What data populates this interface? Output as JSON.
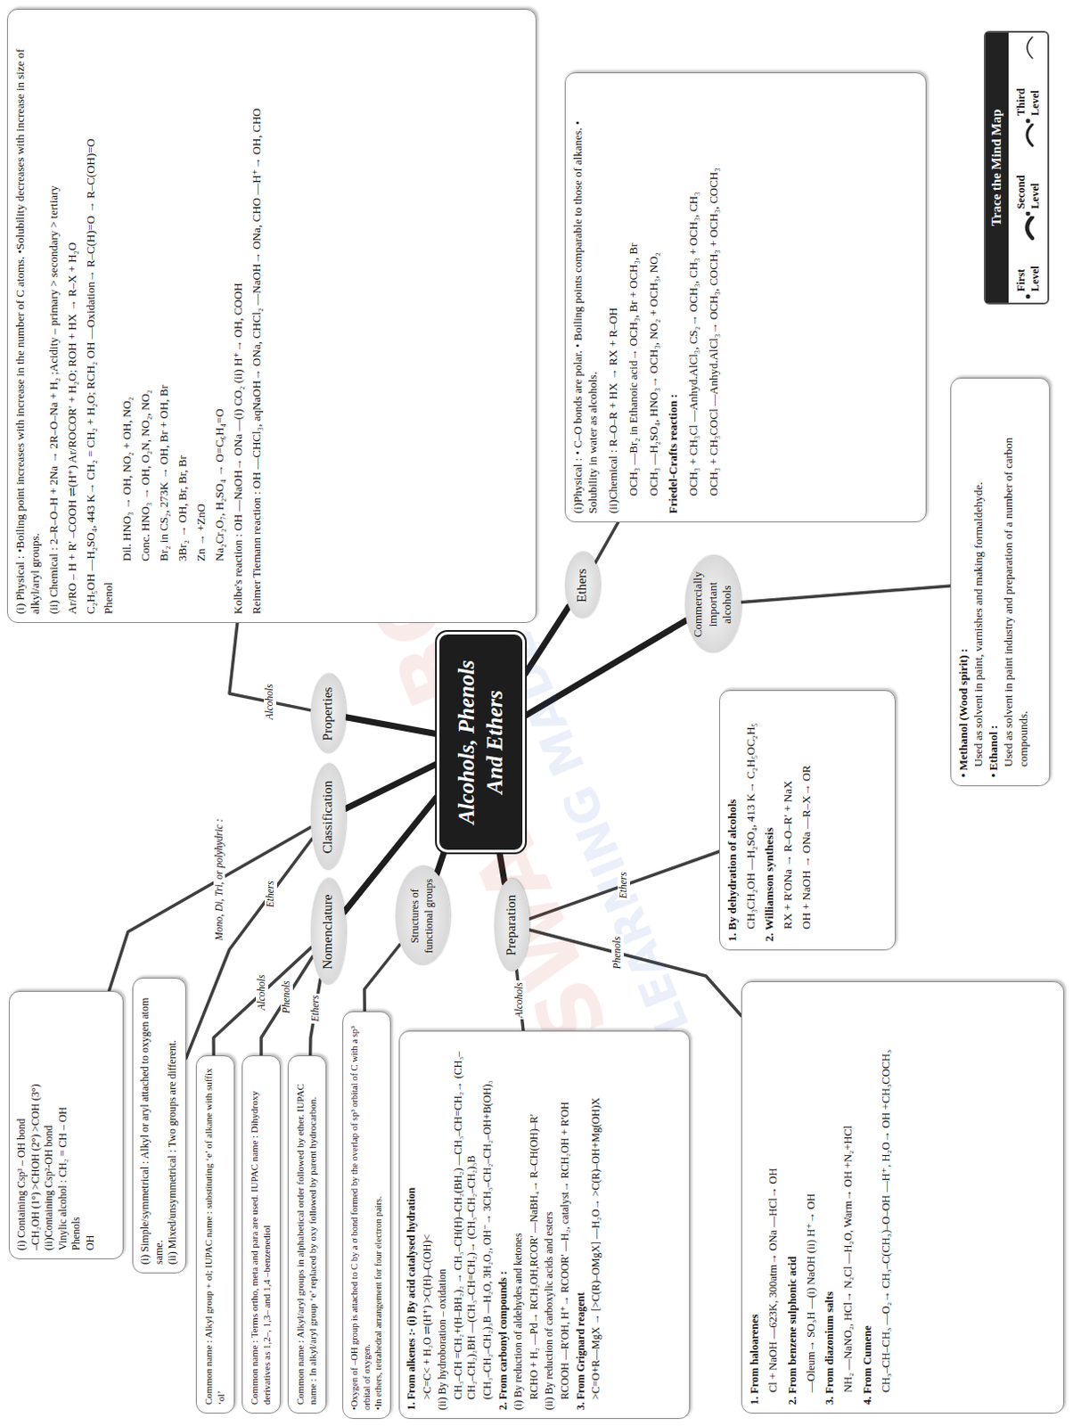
{
  "diagram": {
    "nodes": [
      {
        "text": [
          "Alcohols, Phenols And Ethers"
        ]
      },
      {
        "text": [
          "Properties"
        ]
      },
      {
        "text": [
          "Classification"
        ]
      },
      {
        "text": [
          "Nomenclature"
        ]
      },
      {
        "text": [
          "Structures of functional groups"
        ]
      },
      {
        "text": [
          "Preparation"
        ]
      },
      {
        "text": [
          "Ethers"
        ]
      },
      {
        "text": [
          "Commercially important alcohols"
        ]
      },
      {
        "text": [
          "(i) Physical : •Boiling point increases with increase in the number of C atoms. •Solubility decreases with increase in size of alkyl/aryl groups.",
          "(ii) Chemical : 2–R–O–H + 2Na → 2R–O–Na + H₂ ;Acidity – primary > secondary > tertiary",
          "Ar/RO – H + R′ –COOH ⇌(H⁺) Ar/ROCOR′ + H₂O; ROH + HX → R–X + H₂O",
          "C₂H₅OH —H₂SO₄, 443 K→ CH₂ = CH₂ + H₂O; RCH₂ OH —Oxidation→ R–C(H)=O → R–C(OH)=O",
          "Phenol",
          "Dil. HNO₃ → OH, NO₂ + OH, NO₂",
          "Conc. HNO₃ → OH, O₂N, NO₂, NO₂",
          "Br₂ in CS₂, 273K → OH, Br + OH, Br",
          "3Br₂ → OH, Br, Br, Br",
          "Zn → +ZnO",
          "Na₂Cr₂O₇, H₂SO₄ → O=C₆H₄=O",
          "Kolbe's reaction : OH —NaOH→ ONa —(i) CO₂ (ii) H⁺→ OH, COOH",
          "Reimer Tiemann reaction : OH —CHCl₃, aqNaOH→ ONa, CHCl₂ —NaOH→ ONa, CHO —H⁺→ OH, CHO"
        ]
      },
      {
        "text": [
          "(i)Physical : • C–O bonds are polar. • Boiling points comparable to those of alkanes. • Solubility in water as alcohols.",
          "(ii)Chemical : R–O–R + HX → RX + R–OH",
          "OCH₃ —Br₂ in Ethanoic acid→ OCH₃, Br + OCH₃, Br",
          "OCH₃ —H₂SO₄, HNO₃→ OCH₃, NO₂ + OCH₃, NO₂",
          "Friedel-Crafts reaction :",
          "OCH₃ + CH₃Cl —Anhyd.AlCl₃, CS₂→ OCH₃, CH₃ + OCH₃, CH₃",
          "OCH₃ + CH₃COCl —Anhyd.AlCl₃→ OCH₃, COCH₃ + OCH₃, COCH₃"
        ]
      },
      {
        "text": [
          "• Methanol (Wood spirit) :",
          "Used as solvent in paint, varnishes and making formaldehyde.",
          "• Ethanol :",
          "Used as solvent in paint industry and preparation of a number of carbon compounds."
        ]
      },
      {
        "text": [
          "1. By dehydration of alcohols",
          "CH₃CH₂OH —H₂SO₄, 413 K→ C₂H₅OC₂H₅",
          "2. Williamson synthesis",
          "RX + R′ONa → R–O–R′ + NaX",
          "OH + NaOH → ONa —R–X→ OR"
        ]
      },
      {
        "text": [
          "1. From haloarenes",
          "Cl + NaOH —623K, 300atm→ ONa —HCl→ OH",
          "2. From benzene sulphonic acid",
          "—Oleum→ SO₃H —(i) NaOH (ii) H⁺→ OH",
          "3. From diazonium salts",
          "NH₂ —NaNO₂, HCl→ N₂Cl —H₂O, Warm→ OH +N₂+HCl",
          "4. From Cumene",
          "CH₃–CH–CH₃ —O₂→ CH₃–C(CH₃)–O–OH —H⁺, H₂O→ OH +CH₃COCH₃"
        ]
      },
      {
        "text": [
          "1. From alkenes :- (i) By acid catalysed hydration",
          ">C=C< + H₂O ⇌(H⁺) >C(H)–C(OH)<",
          "(ii) By hydroboration – oxidation",
          "CH₃–CH =CH₂+(H–BH₂)₂ → CH₃–CH(H)–CH₂(BH₂) —CH₃–CH=CH₂→ (CH₃–CH₂–CH₂)₂BH —(CH₃–CH=CH₂)→ (CH₃–CH₂–CH₂)₃B",
          "(CH₃–CH₂–CH₂)₃B —H₂O, 3H₂O₂, OH⁻→ 3CH₃–CH₂–CH₂–OH+B(OH)₃",
          "2. From carbonyl compounds :",
          "(i) By reduction of aldehydes and ketones",
          "RCHO + H₂ —Pd→ RCH₂OH,RCOR′ —NaBH₄→ R–CH(OH)–R′",
          "(ii) By reduction of carboxylic acids and esters",
          "RCOOH —R′OH, H⁺→ RCOOR′ —H₂, catalyst→ RCH₂OH + R′OH",
          "3. From Grignard reagent",
          ">C=O+R—MgX → [>C(R)–OMgX] —H₂O→ >C(R)–OH+Mg(OH)X"
        ]
      },
      {
        "text": [
          "•Oxygen of –OH group is attached to C by a σ bond formed by the overlap of sp³ orbital of C with a sp³ orbital of oxygen.",
          "•In ethers, tetrahedral arrangement for four electron pairs."
        ]
      },
      {
        "text": [
          "Common name : Alkyl/aryl groups in alphabetical order followed by ether. IUPAC name : In alkyl/aryl group ‘e’ replaced by oxy followed by parent hydrocarbon."
        ]
      },
      {
        "text": [
          "Common name : Terms ortho, meta and para are used. IUPAC name : Dihydroxy derivatives as 1,2–, 1,3– and 1,4 –benzenediol"
        ]
      },
      {
        "text": [
          "Common name : Alkyl group + ol; IUPAC name : substituting ‘e’ of alkane with suffix ‘ol’"
        ]
      },
      {
        "text": [
          "(i) Simple/symmetrical : Alkyl or aryl attached to oxygen atom same.",
          "(ii) Mixed/unsymmetrical : Two groups are different."
        ]
      },
      {
        "text": [
          "(i) Containing Csp³ – OH bond",
          "–CH₂OH (1°) >CHOH (2°) >COH (3°)",
          "(ii)Containing Csp²-OH bond",
          "Vinylic alcohol : CH₂ = CH – OH",
          "Phenols",
          "OH"
        ]
      }
    ],
    "edges": [
      {
        "from": 0,
        "to": 1,
        "arrow": "none"
      },
      {
        "from": 0,
        "to": 2,
        "arrow": "none"
      },
      {
        "from": 0,
        "to": 3,
        "arrow": "none"
      },
      {
        "from": 0,
        "to": 4,
        "arrow": "none"
      },
      {
        "from": 0,
        "to": 5,
        "arrow": "none"
      },
      {
        "from": 0,
        "to": 6,
        "arrow": "none"
      },
      {
        "from": 0,
        "to": 7,
        "arrow": "none"
      },
      {
        "from": 1,
        "to": 8,
        "label": "Alcohols",
        "arrow": "none"
      },
      {
        "from": 6,
        "to": 9,
        "arrow": "none"
      },
      {
        "from": 7,
        "to": 10,
        "arrow": "none"
      },
      {
        "from": 2,
        "to": 19,
        "label": "Mono, Di, Tri, or polyhydric :",
        "arrow": "none"
      },
      {
        "from": 2,
        "to": 18,
        "label": "Ethers",
        "arrow": "none"
      },
      {
        "from": 3,
        "to": 17,
        "label": "Alcohols",
        "arrow": "none"
      },
      {
        "from": 3,
        "to": 16,
        "label": "Phenols",
        "arrow": "none"
      },
      {
        "from": 3,
        "to": 15,
        "label": "Ethers",
        "arrow": "none"
      },
      {
        "from": 4,
        "to": 14,
        "arrow": "none"
      },
      {
        "from": 5,
        "to": 13,
        "label": "Alcohols",
        "arrow": "none"
      },
      {
        "from": 5,
        "to": 12,
        "label": "Phenols",
        "arrow": "none"
      },
      {
        "from": 5,
        "to": 11,
        "label": "Ethers",
        "arrow": "none"
      }
    ],
    "labels": [
      "Trace the Mind Map",
      "OSWAAL BOOKS",
      "LEARNING MADE SIMPLE"
    ],
    "legend": [
      {
        "text": "First Level"
      },
      {
        "text": "Second Level"
      },
      {
        "text": "Third Level"
      }
    ]
  }
}
